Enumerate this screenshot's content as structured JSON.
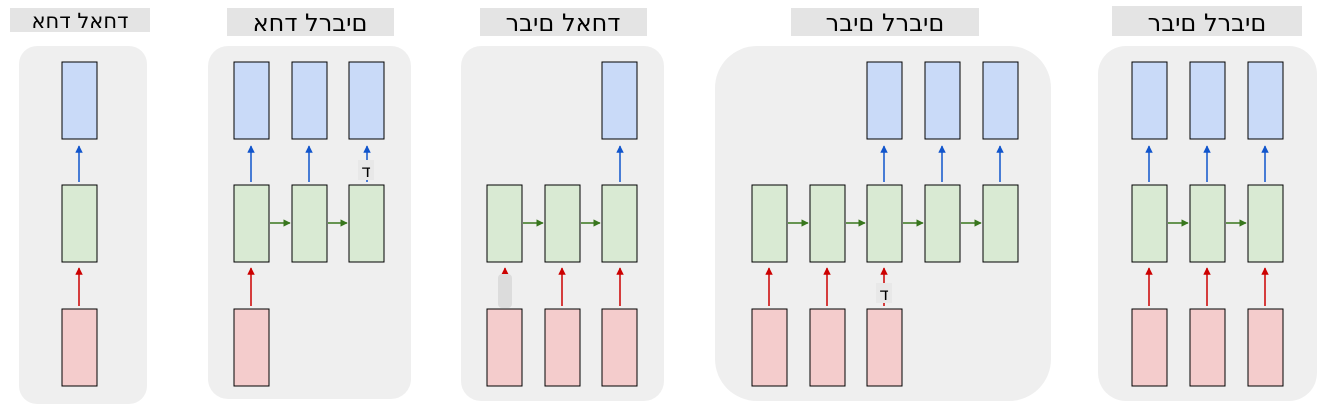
{
  "colors": {
    "panel_bg": "#efefef",
    "title_bg": "#e4e4e4",
    "output_fill": "#c9daf8",
    "hidden_fill": "#d9ead3",
    "input_fill": "#f4cccc",
    "box_stroke": "#000000",
    "up_arrow_output": "#1155cc",
    "up_arrow_input": "#cc0000",
    "recurrent_arrow": "#38761d"
  },
  "panels": [
    {
      "title": "דחאל דחא",
      "annotations": []
    },
    {
      "title": "םיברל דחא",
      "annotations": [
        {
          "text": "ד"
        }
      ]
    },
    {
      "title": "דחאל םיבר",
      "annotations": []
    },
    {
      "title": "םיברל םיבר",
      "annotations": [
        {
          "text": "ד"
        }
      ]
    },
    {
      "title": "םיברל םיבר",
      "annotations": []
    }
  ]
}
